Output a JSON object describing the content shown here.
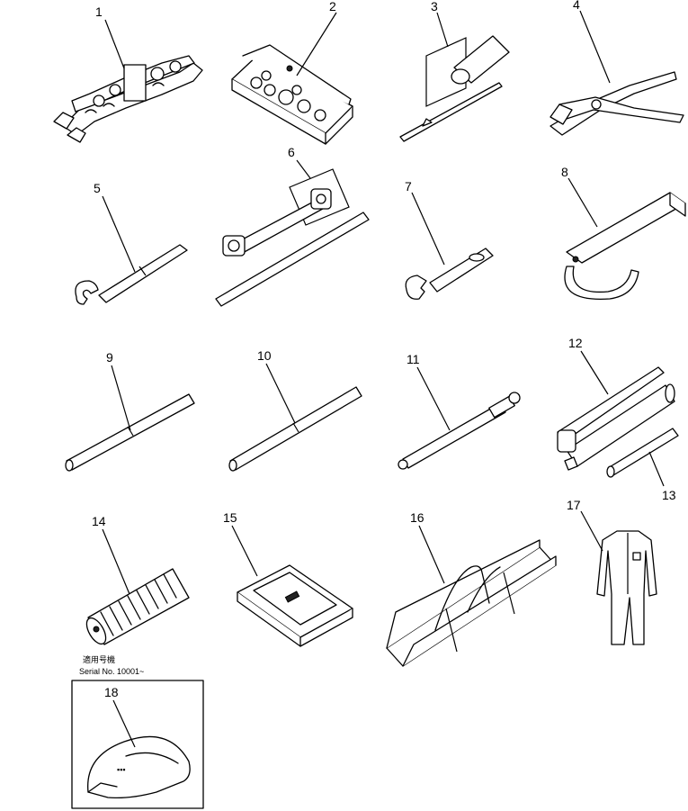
{
  "parts": [
    {
      "num": "1",
      "icon": "wrench-set-icon"
    },
    {
      "num": "2",
      "icon": "socket-set-case-icon"
    },
    {
      "num": "3",
      "icon": "screwdriver-icon"
    },
    {
      "num": "4",
      "icon": "pliers-icon"
    },
    {
      "num": "5",
      "icon": "spanner-with-extension-icon"
    },
    {
      "num": "6",
      "icon": "box-wrench-with-bar-icon"
    },
    {
      "num": "7",
      "icon": "adjustable-wrench-icon"
    },
    {
      "num": "8",
      "icon": "filter-wrench-icon"
    },
    {
      "num": "9",
      "icon": "bar-icon"
    },
    {
      "num": "10",
      "icon": "bar-icon"
    },
    {
      "num": "11",
      "icon": "pin-tool-icon"
    },
    {
      "num": "12",
      "icon": "grease-gun-icon"
    },
    {
      "num": "13",
      "icon": "nozzle-pipe-icon"
    },
    {
      "num": "14",
      "icon": "coiled-hose-icon"
    },
    {
      "num": "15",
      "icon": "document-case-icon"
    },
    {
      "num": "16",
      "icon": "tool-bag-icon"
    },
    {
      "num": "17",
      "icon": "coverall-icon"
    },
    {
      "num": "18",
      "icon": "cap-icon"
    }
  ],
  "serial_note": {
    "jp": "適用号機",
    "label": "Serial No. 10001~"
  }
}
